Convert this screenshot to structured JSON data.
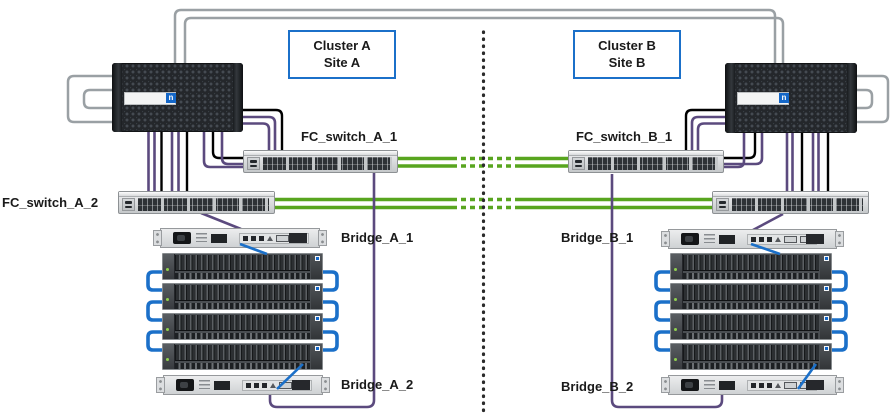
{
  "cluster_boxes": {
    "a": {
      "line1": "Cluster A",
      "line2": "Site A"
    },
    "b": {
      "line1": "Cluster B",
      "line2": "Site B"
    }
  },
  "labels": {
    "fc_switch_a_1": "FC_switch_A_1",
    "fc_switch_a_2": "FC_switch_A_2",
    "fc_switch_b_1": "FC_switch_B_1",
    "bridge_a_1": "Bridge_A_1",
    "bridge_a_2": "Bridge_A_2",
    "bridge_b_1": "Bridge_B_1",
    "bridge_b_2": "Bridge_B_2"
  },
  "storage": {
    "stacks": 2,
    "shelves_per_stack": 4
  },
  "devices": {
    "controllers": 2,
    "fc_switches": 4,
    "fc_to_sas_bridges": 4,
    "disk_shelves": 8
  },
  "colors": {
    "isl_green": "#58a51f",
    "fc_purple": "#5b4a7e",
    "sas_blue": "#1b70c9",
    "interconnect_gray": "#9aa0a4",
    "cable_black": "#000000",
    "cluster_box_blue": "#1b70c9",
    "label_ink": "#1a1a1a",
    "divider_black": "#2b2b2b"
  }
}
